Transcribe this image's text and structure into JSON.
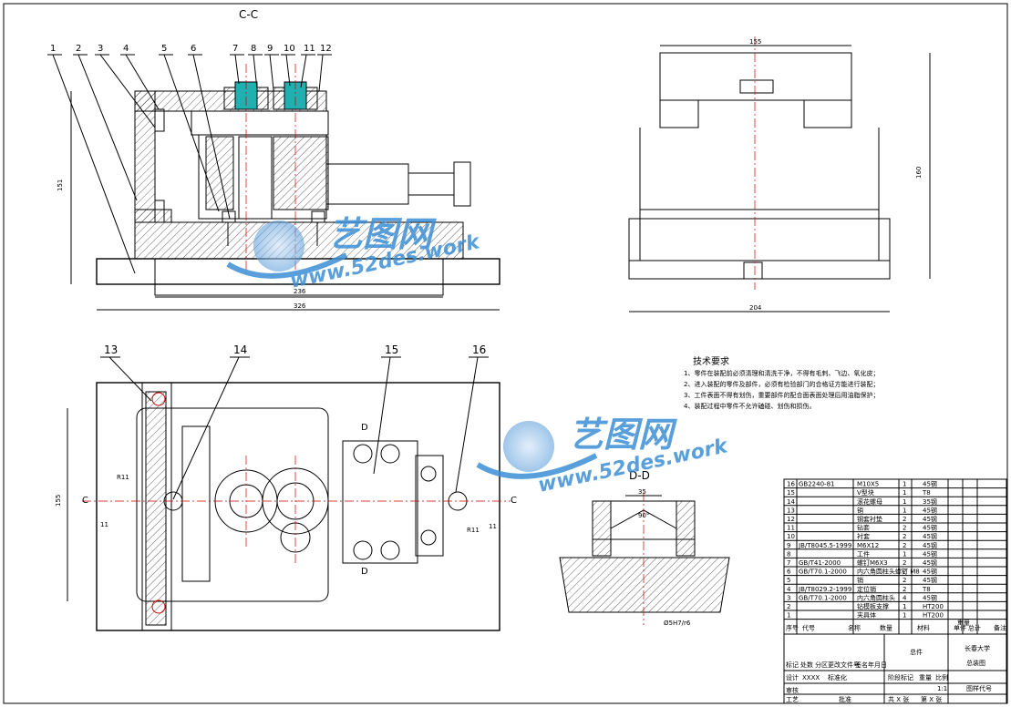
{
  "section_labels": {
    "cc": "C-C",
    "dd": "D-D",
    "c_left": "C",
    "c_right": "C",
    "d_top": "D",
    "d_bottom": "D"
  },
  "balloons_top": [
    "1",
    "2",
    "3",
    "4",
    "5",
    "6",
    "7",
    "8",
    "9",
    "10",
    "11",
    "12"
  ],
  "balloons_bottom": [
    "13",
    "14",
    "15",
    "16"
  ],
  "dimensions": {
    "front_height": "151",
    "front_inner_width": "236",
    "front_total_width": "326",
    "side_top_width": "155",
    "side_height": "160",
    "side_bottom_width": "204",
    "plan_height": "155",
    "plan_r11": "R11",
    "plan_r11_right": "R11",
    "plan_11_left": "11",
    "plan_11_right": "11",
    "dd_width": "35",
    "dd_angle": "90°",
    "dd_fit": "Ø5H7/r6"
  },
  "tech_requirements": {
    "title": "技术要求",
    "items": [
      "1、零件在装配前必须清理和清洗干净，不得有毛刺、飞边、氧化皮；",
      "2、进入装配的零件及部件，必须有检验部门的合格证方能进行装配；",
      "3、工件表面不得有划伤，重要部件的配合面表面处理后用油脂保护；",
      "4、装配过程中零件不允许磕碰、划伤和损伤。"
    ]
  },
  "watermark": {
    "brand": "艺图网",
    "url": "www.52des.work"
  },
  "bom": {
    "rows": [
      {
        "no": "16",
        "code": "GB2240-81",
        "name": "M10X5",
        "qty": "1",
        "mat": "45钢"
      },
      {
        "no": "15",
        "code": "",
        "name": "V型块",
        "qty": "1",
        "mat": "T8"
      },
      {
        "no": "14",
        "code": "",
        "name": "滚花螺母",
        "qty": "1",
        "mat": "35钢"
      },
      {
        "no": "13",
        "code": "",
        "name": "销",
        "qty": "1",
        "mat": "45钢"
      },
      {
        "no": "12",
        "code": "",
        "name": "钢套衬垫",
        "qty": "2",
        "mat": "45钢"
      },
      {
        "no": "11",
        "code": "",
        "name": "钻套",
        "qty": "2",
        "mat": "45钢"
      },
      {
        "no": "10",
        "code": "",
        "name": "衬套",
        "qty": "2",
        "mat": "45钢"
      },
      {
        "no": "9",
        "code": "JB/T8045.5-1999",
        "name": "M6X12",
        "qty": "2",
        "mat": "45钢"
      },
      {
        "no": "8",
        "code": "",
        "name": "工件",
        "qty": "1",
        "mat": "45钢"
      },
      {
        "no": "7",
        "code": "GB/T41-2000",
        "name": "螺钉M6X3",
        "qty": "2",
        "mat": "45钢"
      },
      {
        "no": "6",
        "code": "GB/T70.1-2000",
        "name": "内六角圆柱头螺钉 M8",
        "qty": "2",
        "mat": "45钢"
      },
      {
        "no": "5",
        "code": "",
        "name": "销",
        "qty": "2",
        "mat": "45钢"
      },
      {
        "no": "4",
        "code": "JB/T8029.2-1999",
        "name": "定位销",
        "qty": "2",
        "mat": "T8"
      },
      {
        "no": "3",
        "code": "GB/T70.1-2000",
        "name": "内六角圆柱头",
        "qty": "4",
        "mat": "45钢"
      },
      {
        "no": "2",
        "code": "",
        "name": "钻模板支撑",
        "qty": "1",
        "mat": "HT200"
      },
      {
        "no": "1",
        "code": "",
        "name": "夹具体",
        "qty": "1",
        "mat": "HT200"
      }
    ],
    "header": [
      "序号",
      "代号",
      "名称",
      "数量",
      "材料",
      "单件",
      "总计",
      "重量",
      "备注"
    ]
  },
  "title_block": {
    "assembly_label": "总件",
    "school": "长春大学",
    "drawing_name": "总装图",
    "scale_label": "比例",
    "scale": "1:1",
    "weight_label": "重量",
    "stage_label": "阶段标记",
    "sheet_total": "共 X 张",
    "sheet_no": "第 X 张",
    "designer": "设计",
    "xxxx": "XXXX",
    "standardize": "标准化",
    "review": "审核",
    "process": "工艺",
    "approve": "批准",
    "mark": "标记",
    "count": "处数",
    "zone": "分区",
    "change_doc": "更改文件号",
    "sign": "签名",
    "date": "年月日",
    "projection": "图样代号"
  }
}
